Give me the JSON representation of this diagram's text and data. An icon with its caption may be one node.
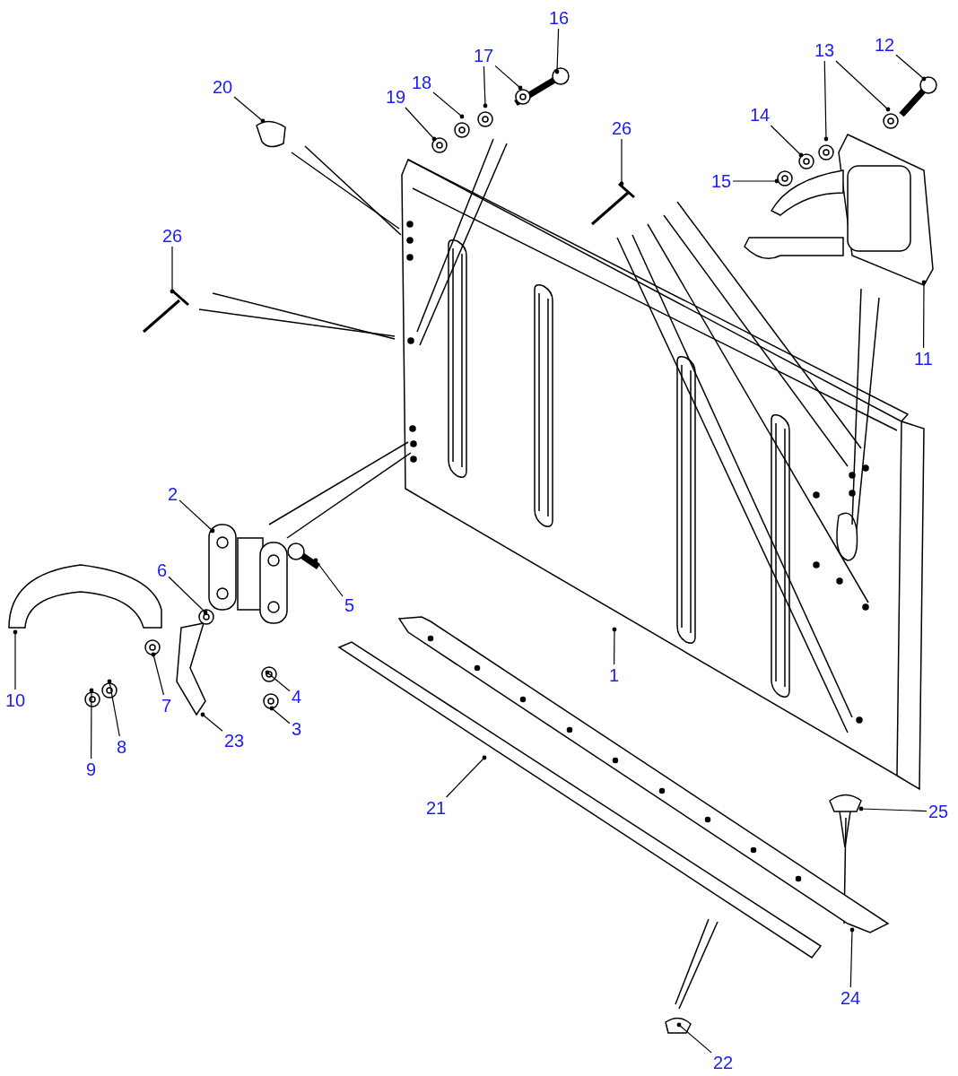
{
  "diagram": {
    "nodes": [
      {
        "text": [
          "16"
        ]
      },
      {
        "text": [
          "12"
        ]
      },
      {
        "text": [
          "17"
        ]
      },
      {
        "text": [
          "13"
        ]
      },
      {
        "text": [
          "18"
        ]
      },
      {
        "text": [
          "19"
        ]
      },
      {
        "text": [
          "20"
        ]
      },
      {
        "text": [
          "14"
        ]
      },
      {
        "text": [
          "26"
        ]
      },
      {
        "text": [
          "15"
        ]
      },
      {
        "text": [
          "26"
        ]
      },
      {
        "text": [
          "11"
        ]
      },
      {
        "text": [
          "2"
        ]
      },
      {
        "text": [
          "6"
        ]
      },
      {
        "text": [
          "5"
        ]
      },
      {
        "text": [
          "10"
        ]
      },
      {
        "text": [
          "7"
        ]
      },
      {
        "text": [
          "4"
        ]
      },
      {
        "text": [
          "1"
        ]
      },
      {
        "text": [
          "8"
        ]
      },
      {
        "text": [
          "23"
        ]
      },
      {
        "text": [
          "3"
        ]
      },
      {
        "text": [
          "9"
        ]
      },
      {
        "text": [
          "21"
        ]
      },
      {
        "text": [
          "25"
        ]
      },
      {
        "text": [
          "24"
        ]
      },
      {
        "text": [
          "22"
        ]
      }
    ],
    "edges": [
      {
        "from": 0,
        "to": null,
        "arrow": "other"
      },
      {
        "from": 1,
        "to": null,
        "arrow": "other"
      },
      {
        "from": 2,
        "to": null,
        "arrow": "other"
      },
      {
        "from": 2,
        "to": null,
        "arrow": "other"
      },
      {
        "from": 3,
        "to": null,
        "arrow": "other"
      },
      {
        "from": 3,
        "to": null,
        "arrow": "other"
      },
      {
        "from": 4,
        "to": null,
        "arrow": "other"
      },
      {
        "from": 5,
        "to": null,
        "arrow": "other"
      },
      {
        "from": 6,
        "to": null,
        "arrow": "other"
      },
      {
        "from": 7,
        "to": null,
        "arrow": "other"
      },
      {
        "from": 8,
        "to": null,
        "arrow": "other"
      },
      {
        "from": 9,
        "to": null,
        "arrow": "other"
      },
      {
        "from": 10,
        "to": null,
        "arrow": "other"
      },
      {
        "from": 11,
        "to": null,
        "arrow": "other"
      },
      {
        "from": 12,
        "to": null,
        "arrow": "other"
      },
      {
        "from": 13,
        "to": null,
        "arrow": "other"
      },
      {
        "from": 14,
        "to": null,
        "arrow": "other"
      },
      {
        "from": 15,
        "to": null,
        "arrow": "other"
      },
      {
        "from": 16,
        "to": null,
        "arrow": "other"
      },
      {
        "from": 17,
        "to": null,
        "arrow": "other"
      },
      {
        "from": 18,
        "to": null,
        "arrow": "other"
      },
      {
        "from": 19,
        "to": null,
        "arrow": "other"
      },
      {
        "from": 20,
        "to": null,
        "arrow": "other"
      },
      {
        "from": 21,
        "to": null,
        "arrow": "other"
      },
      {
        "from": 22,
        "to": null,
        "arrow": "other"
      },
      {
        "from": 23,
        "to": null,
        "arrow": "other"
      },
      {
        "from": 24,
        "to": null,
        "arrow": "other"
      },
      {
        "from": 25,
        "to": null,
        "arrow": "other"
      },
      {
        "from": 26,
        "to": null,
        "arrow": "other"
      }
    ]
  }
}
